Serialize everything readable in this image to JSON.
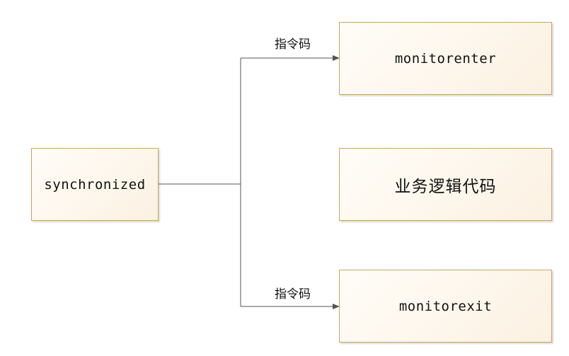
{
  "diagram": {
    "source": {
      "label": "synchronized"
    },
    "targets": [
      {
        "label": "monitorenter"
      },
      {
        "label": "业务逻辑代码"
      },
      {
        "label": "monitorexit"
      }
    ],
    "edge_labels": {
      "top": "指令码",
      "bottom": "指令码"
    },
    "colors": {
      "node_border": "#c9a469",
      "node_fill": "#fcf1e2",
      "line": "#555555"
    }
  }
}
